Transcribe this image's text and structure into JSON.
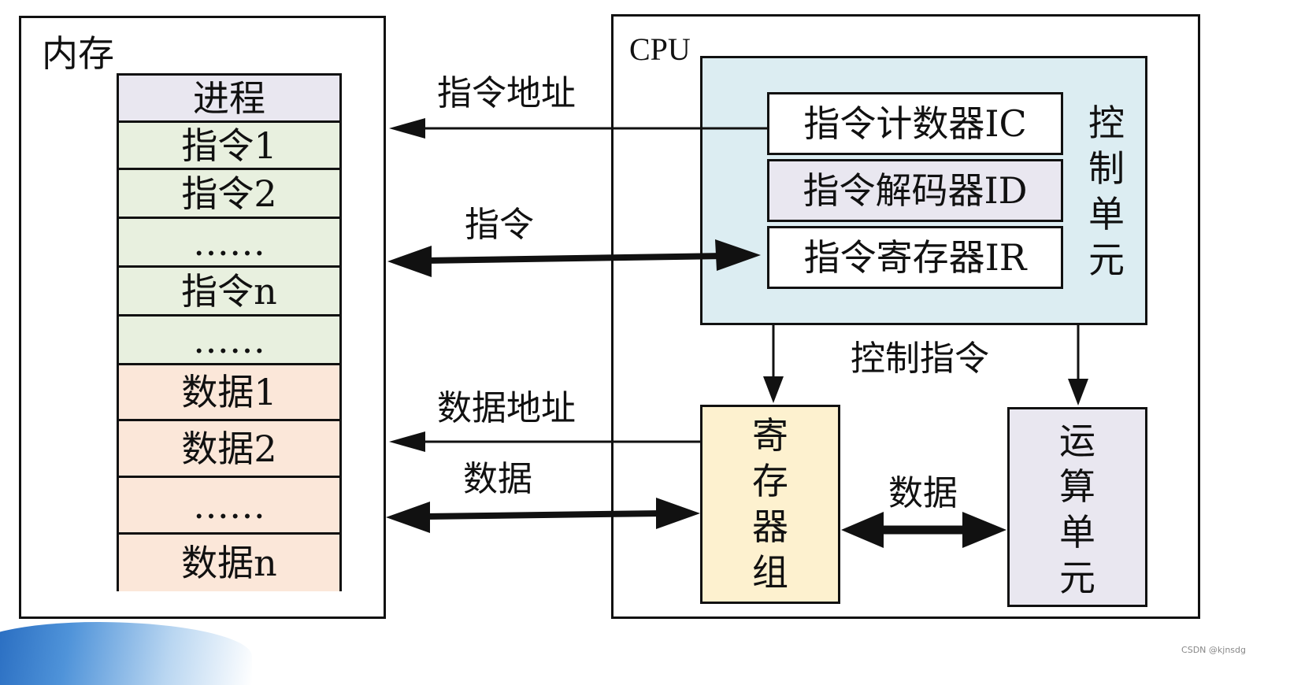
{
  "memory": {
    "title": "内存",
    "cells": [
      {
        "label": "进程",
        "color": "#e9e7f0"
      },
      {
        "label": "指令1",
        "color": "#e8f0df"
      },
      {
        "label": "指令2",
        "color": "#e8f0df"
      },
      {
        "label": "……",
        "color": "#e8f0df"
      },
      {
        "label": "指令n",
        "color": "#e8f0df"
      },
      {
        "label": "……",
        "color": "#e8f0df"
      },
      {
        "label": "数据1",
        "color": "#fbe7d9"
      },
      {
        "label": "数据2",
        "color": "#fbe7d9"
      },
      {
        "label": "……",
        "color": "#fbe7d9"
      },
      {
        "label": "数据n",
        "color": "#fbe7d9"
      }
    ]
  },
  "cpu": {
    "title": "CPU",
    "control_unit": {
      "label": "控制单元",
      "label_chars": [
        "控",
        "制",
        "单",
        "元"
      ],
      "color": "#dcedf2",
      "registers": [
        {
          "label": "指令计数器IC",
          "color": "#ffffff"
        },
        {
          "label": "指令解码器ID",
          "color": "#e9e7f0"
        },
        {
          "label": "指令寄存器IR",
          "color": "#ffffff"
        }
      ]
    },
    "register_group": {
      "label": "寄存器组",
      "label_chars": [
        "寄",
        "存",
        "器",
        "组"
      ],
      "color": "#fdf1cf"
    },
    "alu": {
      "label": "运算单元",
      "label_chars": [
        "运",
        "算",
        "单",
        "元"
      ],
      "color": "#e9e7f0"
    }
  },
  "arrows": {
    "instruction_address": "指令地址",
    "instruction": "指令",
    "control_instruction": "控制指令",
    "data_address": "数据地址",
    "data": "数据",
    "data_internal": "数据"
  },
  "watermark": "CSDN @kjnsdg"
}
